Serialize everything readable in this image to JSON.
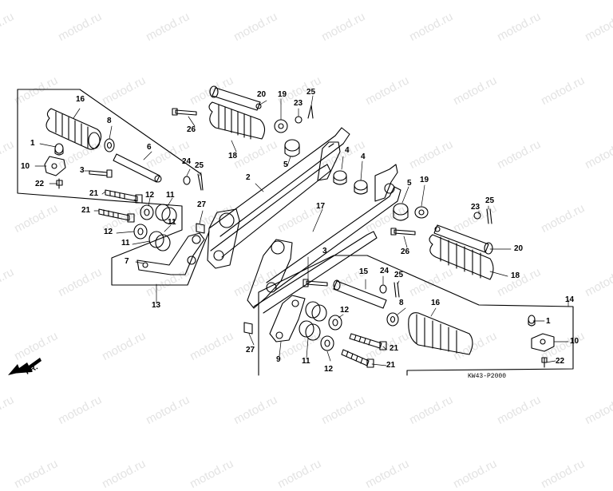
{
  "watermark": {
    "text": "motod.ru",
    "color": "#e3e3e3"
  },
  "diagram": {
    "reference_code": "KW43-P2000",
    "front_label": "FR.",
    "callouts": {
      "c1_left": "1",
      "c2_left": "2",
      "c3_left": "3",
      "c4_a": "4",
      "c4_b": "4",
      "c5_left": "5",
      "c5_right": "5",
      "c6": "6",
      "c7": "7",
      "c8_left": "8",
      "c8_right": "8",
      "c9": "9",
      "c10_left": "10",
      "c10_right": "10",
      "c11_a": "11",
      "c11_b": "11",
      "c11_c": "11",
      "c12_a": "12",
      "c12_b": "12",
      "c12_c": "12",
      "c12_d": "12",
      "c13": "13",
      "c14": "14",
      "c15": "15",
      "c16_left": "16",
      "c16_right": "16",
      "c17": "17",
      "c18_left": "18",
      "c18_right": "18",
      "c19_left": "19",
      "c19_right": "19",
      "c20_left": "20",
      "c20_right": "20",
      "c21_a": "21",
      "c21_b": "21",
      "c21_c": "21",
      "c21_d": "21",
      "c22_left": "22",
      "c22_right": "22",
      "c23_left": "23",
      "c23_right": "23",
      "c24_left": "24",
      "c24_right": "24",
      "c25_a": "25",
      "c25_b": "25",
      "c25_c": "25",
      "c26_left": "26",
      "c26_right": "26",
      "c27_a": "27",
      "c27_b": "27",
      "c1_right": "1",
      "c3_right": "3"
    }
  }
}
